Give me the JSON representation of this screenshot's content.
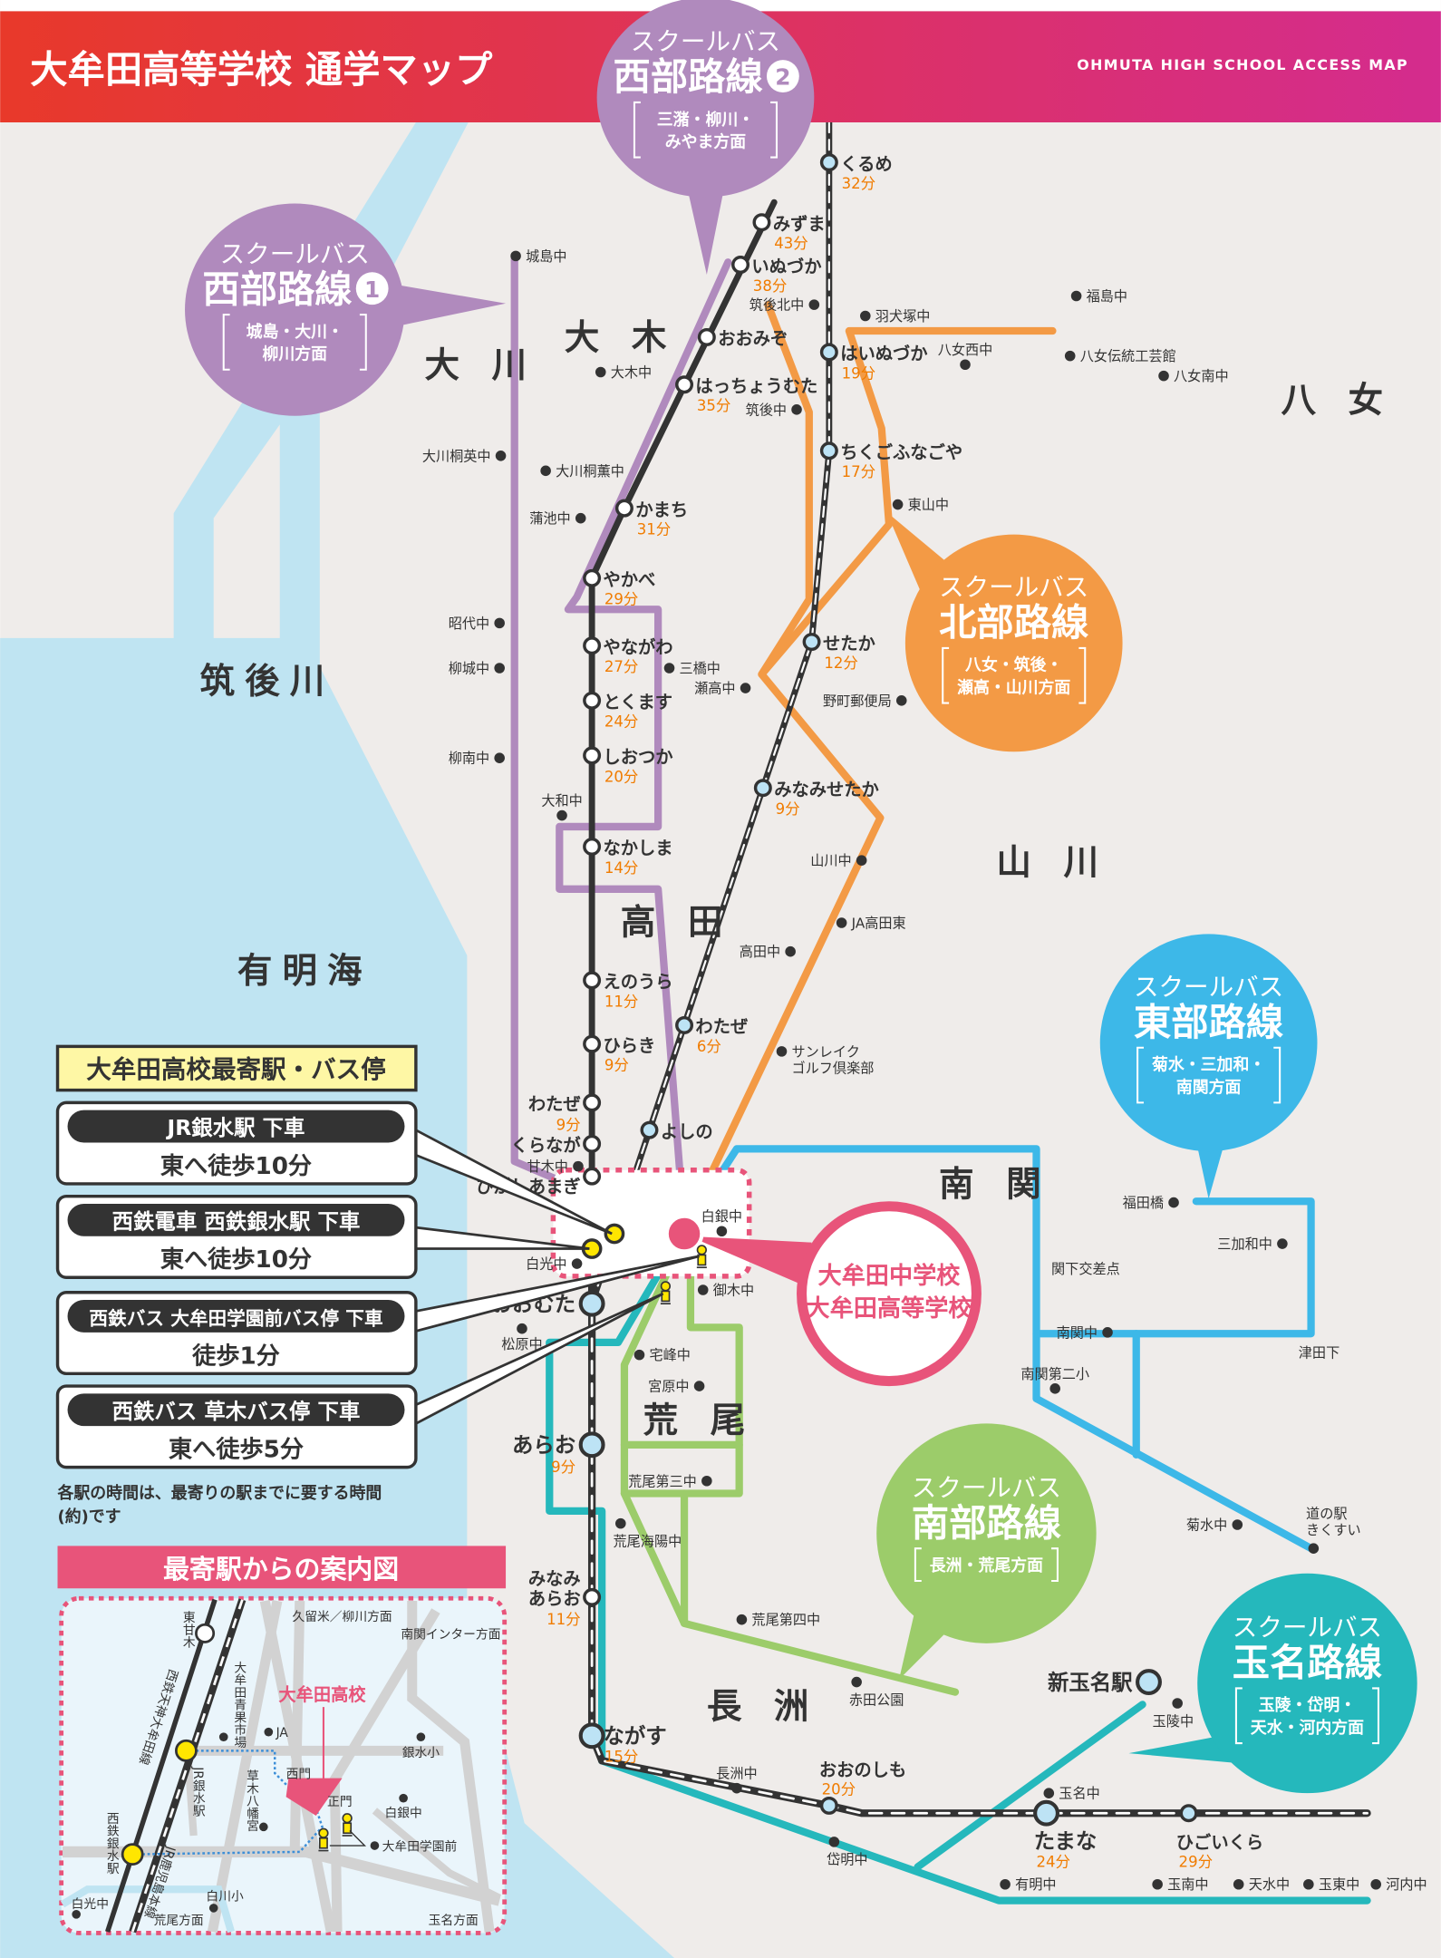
{
  "header": {
    "title": "大牟田高等学校 通学マップ",
    "subtitle_en": "OHMUTA HIGH SCHOOL ACCESS MAP"
  },
  "colors": {
    "header_from": "#e8392a",
    "header_to": "#d42c8e",
    "land": "#efecea",
    "sea": "#bfe4f2",
    "west": "#b08abd",
    "north": "#f39a45",
    "east": "#3db8e8",
    "south": "#9ccc6a",
    "tamana": "#25b8bc",
    "school": "#e8547a",
    "rail": "#333333",
    "time": "#f07c00"
  },
  "routes": {
    "west2": {
      "label": "スクールバス",
      "name": "西部路線",
      "num": "2",
      "dest": [
        "三潴・柳川・",
        "みやま方面"
      ]
    },
    "west1": {
      "label": "スクールバス",
      "name": "西部路線",
      "num": "1",
      "dest": [
        "城島・大川・",
        "柳川方面"
      ]
    },
    "north": {
      "label": "スクールバス",
      "name": "北部路線",
      "dest": [
        "八女・筑後・",
        "瀬高・山川方面"
      ]
    },
    "east": {
      "label": "スクールバス",
      "name": "東部路線",
      "dest": [
        "菊水・三加和・",
        "南関方面"
      ]
    },
    "south": {
      "label": "スクールバス",
      "name": "南部路線",
      "dest": [
        "長洲・荒尾方面"
      ]
    },
    "tamana": {
      "label": "スクールバス",
      "name": "玉名路線",
      "dest": [
        "玉陵・岱明・",
        "天水・河内方面"
      ]
    }
  },
  "school": {
    "lines": [
      "大牟田中学校",
      "大牟田高等学校"
    ]
  },
  "areas": [
    "大 川",
    "大 木",
    "八 女",
    "山 川",
    "高 田",
    "南 関",
    "荒 尾",
    "長 洲",
    "筑後川",
    "有明海"
  ],
  "stations": [
    {
      "name": "みずま",
      "time": "43分"
    },
    {
      "name": "いぬづか",
      "time": "38分"
    },
    {
      "name": "おおみぞ",
      "time": ""
    },
    {
      "name": "はっちょうむた",
      "time": "35分"
    },
    {
      "name": "かまち",
      "time": "31分"
    },
    {
      "name": "やかべ",
      "time": "29分"
    },
    {
      "name": "やながわ",
      "time": "27分"
    },
    {
      "name": "とくます",
      "time": "24分"
    },
    {
      "name": "しおつか",
      "time": "20分"
    },
    {
      "name": "なかしま",
      "time": "14分"
    },
    {
      "name": "えのうら",
      "time": "11分"
    },
    {
      "name": "ひらき",
      "time": "9分"
    },
    {
      "name": "わたぜ",
      "time": "9分"
    },
    {
      "name": "くらなが",
      "time": ""
    },
    {
      "name": "ひがしあまぎ",
      "time": ""
    },
    {
      "name": "おおむた",
      "time": ""
    },
    {
      "name": "あらお",
      "time": "9分"
    },
    {
      "name": "みなみ",
      "name2": "あらお",
      "time": "11分"
    },
    {
      "name": "ながす",
      "time": "15分"
    },
    {
      "name": "くるめ",
      "time": "32分"
    },
    {
      "name": "はいぬづか",
      "time": "19分"
    },
    {
      "name": "ちくごふなごや",
      "time": "17分"
    },
    {
      "name": "せたか",
      "time": "12分"
    },
    {
      "name": "みなみせたか",
      "time": "9分"
    },
    {
      "name": "わたぜ",
      "time": "6分"
    },
    {
      "name": "よしの",
      "time": ""
    },
    {
      "name": "おおのしも",
      "time": "20分"
    },
    {
      "name": "たまな",
      "time": "24分"
    },
    {
      "name": "ひごいくら",
      "time": "29分"
    },
    {
      "name": "新玉名駅",
      "time": ""
    }
  ],
  "pois": [
    {
      "name": "城島中"
    },
    {
      "name": "大木中"
    },
    {
      "name": "筑後北中"
    },
    {
      "name": "羽犬塚中"
    },
    {
      "name": "福島中"
    },
    {
      "name": "八女西中"
    },
    {
      "name": "八女伝統工芸館"
    },
    {
      "name": "八女南中"
    },
    {
      "name": "筑後中"
    },
    {
      "name": "大川桐英中"
    },
    {
      "name": "大川桐薫中"
    },
    {
      "name": "蒲池中"
    },
    {
      "name": "東山中"
    },
    {
      "name": "昭代中"
    },
    {
      "name": "柳城中"
    },
    {
      "name": "三橋中"
    },
    {
      "name": "瀬高中"
    },
    {
      "name": "野町郵便局"
    },
    {
      "name": "柳南中"
    },
    {
      "name": "大和中"
    },
    {
      "name": "山川中"
    },
    {
      "name": "JA高田東"
    },
    {
      "name": "高田中"
    },
    {
      "name": "サンレイク",
      "name2": "ゴルフ倶楽部"
    },
    {
      "name": "甘木中"
    },
    {
      "name": "白銀中"
    },
    {
      "name": "白光中"
    },
    {
      "name": "御木中"
    },
    {
      "name": "松原中"
    },
    {
      "name": "宅峰中"
    },
    {
      "name": "宮原中"
    },
    {
      "name": "荒尾第三中"
    },
    {
      "name": "荒尾海陽中"
    },
    {
      "name": "荒尾第四中"
    },
    {
      "name": "赤田公園"
    },
    {
      "name": "長洲中"
    },
    {
      "name": "岱明中"
    },
    {
      "name": "有明中"
    },
    {
      "name": "玉名中"
    },
    {
      "name": "玉陵中"
    },
    {
      "name": "玉南中"
    },
    {
      "name": "天水中"
    },
    {
      "name": "玉東中"
    },
    {
      "name": "河内中"
    },
    {
      "name": "福田橋"
    },
    {
      "name": "三加和中"
    },
    {
      "name": "関下交差点"
    },
    {
      "name": "南関中"
    },
    {
      "name": "南関第二小"
    },
    {
      "name": "津田下"
    },
    {
      "name": "菊水中"
    },
    {
      "name": "道の駅",
      "name2": "きくすい"
    }
  ],
  "access": {
    "title": "大牟田高校最寄駅・バス停",
    "items": [
      {
        "title": "JR銀水駅 下車",
        "walk": "東へ徒歩10分"
      },
      {
        "title": "西鉄電車 西鉄銀水駅 下車",
        "walk": "東へ徒歩10分"
      },
      {
        "title": "西鉄バス 大牟田学園前バス停 下車",
        "walk": "徒歩1分"
      },
      {
        "title": "西鉄バス 草木バス停 下車",
        "walk": "東へ徒歩5分"
      }
    ],
    "note": [
      "各駅の時間は、最寄りの駅までに要する時間",
      "(約)です"
    ]
  },
  "guide": {
    "title": "最寄駅からの案内図",
    "school": "大牟田高校",
    "higashi_amagi": "東甘木",
    "kurume_yanagawa": "久留米／柳川方面",
    "nankan_ic": "南関インター方面",
    "nishitetsu_line": "西鉄天神大牟田線",
    "market": "大牟田青果市場",
    "ja": "JA",
    "ginsui_elem": "銀水小",
    "jr_ginsui": "JR銀水駅",
    "shrine": "草木八幡宮",
    "west_gate": "西門",
    "main_gate": "正門",
    "shirogane": "白銀中",
    "gakuenmae": "大牟田学園前",
    "nishitetsu_ginsui": "西鉄銀水駅",
    "jr_line": "JR鹿児島本線",
    "shiromitsu": "白光中",
    "shirakawa": "白川小",
    "arao_dir": "荒尾方面",
    "tamana_dir": "玉名方面"
  }
}
